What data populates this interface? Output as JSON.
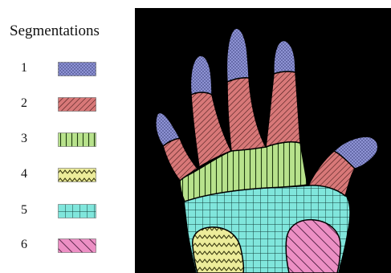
{
  "legend": {
    "title": "Segmentations",
    "items": [
      {
        "label": "1",
        "color": "#8e93d4",
        "pattern": "dots"
      },
      {
        "label": "2",
        "color": "#d87878",
        "pattern": "diagonal"
      },
      {
        "label": "3",
        "color": "#b8e28c",
        "pattern": "vertical"
      },
      {
        "label": "4",
        "color": "#ecec9a",
        "pattern": "zigzag"
      },
      {
        "label": "5",
        "color": "#80e6dc",
        "pattern": "grid"
      },
      {
        "label": "6",
        "color": "#ec8fc4",
        "pattern": "backslash"
      }
    ]
  },
  "figure": {
    "background": "#000000",
    "outline": "#000000"
  }
}
